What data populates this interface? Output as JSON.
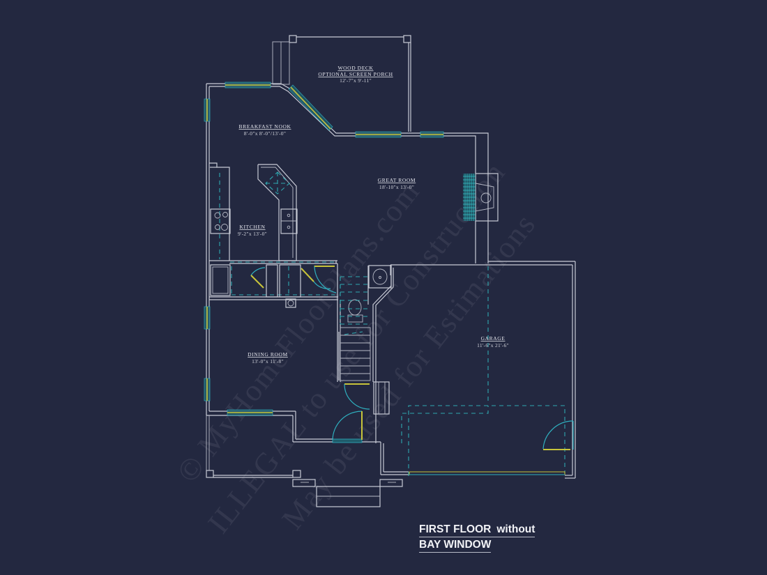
{
  "drawing": {
    "title_line1_main": "FIRST FLOOR",
    "title_line1_suffix": "without",
    "title_line2": "BAY WINDOW",
    "background_color": "#232840",
    "wall_color": "#c9cbd6",
    "dashed_color": "#2fa8b0",
    "window_glass_color": "#c8c43a"
  },
  "rooms": [
    {
      "name": "WOOD DECK",
      "subname": "OPTIONAL SCREEN PORCH",
      "dimensions": "12'-7\"x 9'-11\""
    },
    {
      "name": "BREAKFAST NOOK",
      "dimensions": "8'-0\"x 8'-0\"/13'-0\""
    },
    {
      "name": "GREAT ROOM",
      "dimensions": "18'-10\"x 13'-0\""
    },
    {
      "name": "KITCHEN",
      "dimensions": "9'-2\"x 13'-0\""
    },
    {
      "name": "DINING ROOM",
      "dimensions": "13'-0\"x 11'-8\""
    },
    {
      "name": "GARAGE",
      "dimensions": "11'-6\"x 21'-6\""
    }
  ],
  "watermark": {
    "line1": "© MyHomeFloorPlans.com",
    "line2": "ILLEGAL to use for Construction",
    "line3": "May be used for Estimations"
  }
}
